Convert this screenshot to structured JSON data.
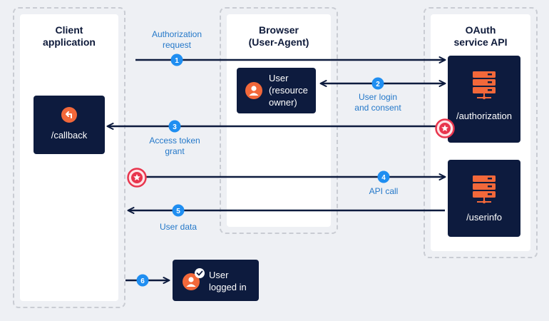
{
  "lanes": {
    "client": "Client\napplication",
    "browser": "Browser\n(User-Agent)",
    "oauth": "OAuth\nservice API"
  },
  "nodes": {
    "callback": "/callback",
    "user_resource_owner": "User\n(resource\nowner)",
    "authorization": "/authorization",
    "userinfo": "/userinfo",
    "user_logged_in": "User\nlogged in"
  },
  "steps": [
    {
      "num": "1",
      "label": "Authorization\nrequest"
    },
    {
      "num": "2",
      "label": "User login\nand consent"
    },
    {
      "num": "3",
      "label": "Access token\ngrant"
    },
    {
      "num": "4",
      "label": "API call"
    },
    {
      "num": "5",
      "label": "User data"
    },
    {
      "num": "6",
      "label": ""
    }
  ],
  "colors": {
    "navy": "#0d1b3e",
    "blue": "#1f8ef1",
    "orange": "#f2683a",
    "red": "#e8354d",
    "label_blue": "#2478c9"
  },
  "icons": {
    "callback": "return-arrow-icon",
    "user": "user-icon",
    "server": "server-icon",
    "token": "star-token-icon",
    "check": "check-icon"
  }
}
